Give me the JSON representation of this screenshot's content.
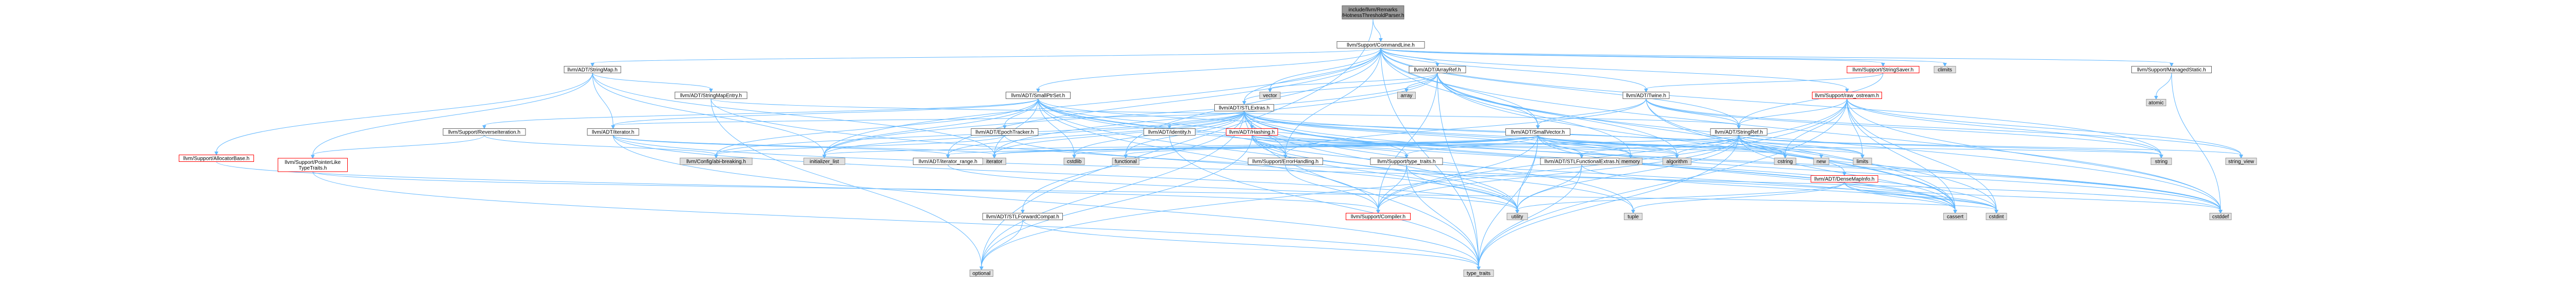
{
  "colors": {
    "root_fill": "#999999",
    "node_fill": "#ffffff",
    "node_border": "#666666",
    "system_fill": "#e0e0e0",
    "system_border": "#999999",
    "red_border": "#ff0000",
    "edge": "#63b8ff",
    "text": "#000000"
  },
  "nodes": [
    {
      "id": "root",
      "lines": [
        "include/llvm/Remarks",
        "/HotnessThresholdParser.h"
      ],
      "style": "root"
    },
    {
      "id": "cmdline",
      "lines": [
        "llvm/Support/CommandLine.h"
      ],
      "style": "normal"
    },
    {
      "id": "stringmap",
      "lines": [
        "llvm/ADT/StringMap.h"
      ],
      "style": "normal"
    },
    {
      "id": "arrayref",
      "lines": [
        "llvm/ADT/ArrayRef.h"
      ],
      "style": "normal"
    },
    {
      "id": "stringsaver",
      "lines": [
        "llvm/Support/StringSaver.h"
      ],
      "style": "red"
    },
    {
      "id": "climits",
      "lines": [
        "climits"
      ],
      "style": "system"
    },
    {
      "id": "managedstatic",
      "lines": [
        "llvm/Support/ManagedStatic.h"
      ],
      "style": "normal"
    },
    {
      "id": "smallptrset",
      "lines": [
        "llvm/ADT/SmallPtrSet.h"
      ],
      "style": "normal"
    },
    {
      "id": "stringmapentry",
      "lines": [
        "llvm/ADT/StringMapEntry.h"
      ],
      "style": "normal"
    },
    {
      "id": "vector",
      "lines": [
        "vector"
      ],
      "style": "system"
    },
    {
      "id": "array",
      "lines": [
        "array"
      ],
      "style": "system"
    },
    {
      "id": "stlextras",
      "lines": [
        "llvm/ADT/STLExtras.h"
      ],
      "style": "normal"
    },
    {
      "id": "twine",
      "lines": [
        "llvm/ADT/Twine.h"
      ],
      "style": "normal"
    },
    {
      "id": "rawostream",
      "lines": [
        "llvm/Support/raw_ostream.h"
      ],
      "style": "red"
    },
    {
      "id": "atomic",
      "lines": [
        "atomic"
      ],
      "style": "system"
    },
    {
      "id": "revit",
      "lines": [
        "llvm/Support/ReverseIteration.h"
      ],
      "style": "normal"
    },
    {
      "id": "iteratorh",
      "lines": [
        "llvm/ADT/iterator.h"
      ],
      "style": "normal"
    },
    {
      "id": "epoch",
      "lines": [
        "llvm/ADT/EpochTracker.h"
      ],
      "style": "normal"
    },
    {
      "id": "identity",
      "lines": [
        "llvm/ADT/identity.h"
      ],
      "style": "normal"
    },
    {
      "id": "hashing",
      "lines": [
        "llvm/ADT/Hashing.h"
      ],
      "style": "red"
    },
    {
      "id": "smallvector",
      "lines": [
        "llvm/ADT/SmallVector.h"
      ],
      "style": "normal"
    },
    {
      "id": "stringref",
      "lines": [
        "llvm/ADT/StringRef.h"
      ],
      "style": "normal"
    },
    {
      "id": "allocbase",
      "lines": [
        "llvm/Support/AllocatorBase.h"
      ],
      "style": "red"
    },
    {
      "id": "ptrlike",
      "lines": [
        "llvm/Support/PointerLike",
        "TypeTraits.h"
      ],
      "style": "red"
    },
    {
      "id": "configbreak",
      "lines": [
        "llvm/Config/abi-breaking.h"
      ],
      "style": "system"
    },
    {
      "id": "initlist",
      "lines": [
        "initializer_list"
      ],
      "style": "system"
    },
    {
      "id": "iterrange",
      "lines": [
        "llvm/ADT/iterator_range.h"
      ],
      "style": "normal"
    },
    {
      "id": "iterator",
      "lines": [
        "iterator"
      ],
      "style": "system"
    },
    {
      "id": "cstdlib",
      "lines": [
        "cstdlib"
      ],
      "style": "system"
    },
    {
      "id": "functional",
      "lines": [
        "functional"
      ],
      "style": "system"
    },
    {
      "id": "errhandling",
      "lines": [
        "llvm/Support/ErrorHandling.h"
      ],
      "style": "normal"
    },
    {
      "id": "typetraitsh",
      "lines": [
        "llvm/Support/type_traits.h"
      ],
      "style": "normal"
    },
    {
      "id": "stlfunctional",
      "lines": [
        "llvm/ADT/STLFunctionalExtras.h"
      ],
      "style": "normal"
    },
    {
      "id": "memory",
      "lines": [
        "memory"
      ],
      "style": "system"
    },
    {
      "id": "algorithm",
      "lines": [
        "algorithm"
      ],
      "style": "system"
    },
    {
      "id": "cstring",
      "lines": [
        "cstring"
      ],
      "style": "system"
    },
    {
      "id": "new",
      "lines": [
        "new"
      ],
      "style": "system"
    },
    {
      "id": "limits",
      "lines": [
        "limits"
      ],
      "style": "system"
    },
    {
      "id": "densemapinfo",
      "lines": [
        "llvm/ADT/DenseMapInfo.h"
      ],
      "style": "red"
    },
    {
      "id": "stlfwdcompat",
      "lines": [
        "llvm/ADT/STLForwardCompat.h"
      ],
      "style": "normal"
    },
    {
      "id": "compiler",
      "lines": [
        "llvm/Support/Compiler.h"
      ],
      "style": "red"
    },
    {
      "id": "utility",
      "lines": [
        "utility"
      ],
      "style": "system"
    },
    {
      "id": "tuple",
      "lines": [
        "tuple"
      ],
      "style": "system"
    },
    {
      "id": "cassert",
      "lines": [
        "cassert"
      ],
      "style": "system"
    },
    {
      "id": "cstdint",
      "lines": [
        "cstdint"
      ],
      "style": "system"
    },
    {
      "id": "cstddef",
      "lines": [
        "cstddef"
      ],
      "style": "system"
    },
    {
      "id": "string",
      "lines": [
        "string"
      ],
      "style": "system"
    },
    {
      "id": "stringview",
      "lines": [
        "string_view"
      ],
      "style": "system"
    },
    {
      "id": "optional",
      "lines": [
        "optional"
      ],
      "style": "system"
    },
    {
      "id": "typetraits",
      "lines": [
        "type_traits"
      ],
      "style": "system"
    }
  ],
  "edges": [
    [
      "root",
      "cmdline"
    ],
    [
      "root",
      "optional"
    ],
    [
      "cmdline",
      "stringmap"
    ],
    [
      "cmdline",
      "arrayref"
    ],
    [
      "cmdline",
      "stringsaver"
    ],
    [
      "cmdline",
      "climits"
    ],
    [
      "cmdline",
      "managedstatic"
    ],
    [
      "cmdline",
      "smallptrset"
    ],
    [
      "cmdline",
      "smallvector"
    ],
    [
      "cmdline",
      "stringref"
    ],
    [
      "cmdline",
      "twine"
    ],
    [
      "cmdline",
      "rawostream"
    ],
    [
      "cmdline",
      "stlextras"
    ],
    [
      "cmdline",
      "vector"
    ],
    [
      "cmdline",
      "errhandling"
    ],
    [
      "cmdline",
      "functional"
    ],
    [
      "cmdline",
      "initlist"
    ],
    [
      "cmdline",
      "string"
    ],
    [
      "cmdline",
      "cassert"
    ],
    [
      "cmdline",
      "cstddef"
    ],
    [
      "cmdline",
      "typetraits"
    ],
    [
      "cmdline",
      "iterrange"
    ],
    [
      "stringmap",
      "stringmapentry"
    ],
    [
      "stringmap",
      "allocbase"
    ],
    [
      "stringmap",
      "ptrlike"
    ],
    [
      "stringmap",
      "iteratorh"
    ],
    [
      "stringmap",
      "initlist"
    ],
    [
      "stringmap",
      "iterator"
    ],
    [
      "stringmapentry",
      "stringref"
    ],
    [
      "stringmapentry",
      "optional"
    ],
    [
      "stringmapentry",
      "utility"
    ],
    [
      "arrayref",
      "vector"
    ],
    [
      "arrayref",
      "array"
    ],
    [
      "arrayref",
      "stlextras"
    ],
    [
      "arrayref",
      "smallvector"
    ],
    [
      "arrayref",
      "compiler"
    ],
    [
      "arrayref",
      "cassert"
    ],
    [
      "arrayref",
      "cstddef"
    ],
    [
      "arrayref",
      "initlist"
    ],
    [
      "arrayref",
      "iterator"
    ],
    [
      "arrayref",
      "memory"
    ],
    [
      "arrayref",
      "typetraits"
    ],
    [
      "arrayref",
      "algorithm"
    ],
    [
      "stringsaver",
      "twine"
    ],
    [
      "stringsaver",
      "stringref"
    ],
    [
      "managedstatic",
      "atomic"
    ],
    [
      "managedstatic",
      "cstddef"
    ],
    [
      "smallptrset",
      "revit"
    ],
    [
      "smallptrset",
      "epoch"
    ],
    [
      "smallptrset",
      "iteratorh"
    ],
    [
      "smallptrset",
      "compiler"
    ],
    [
      "smallptrset",
      "typetraitsh"
    ],
    [
      "smallptrset",
      "configbreak"
    ],
    [
      "smallptrset",
      "cassert"
    ],
    [
      "smallptrset",
      "cstddef"
    ],
    [
      "smallptrset",
      "cstdlib"
    ],
    [
      "smallptrset",
      "cstring"
    ],
    [
      "smallptrset",
      "initlist"
    ],
    [
      "smallptrset",
      "iterator"
    ],
    [
      "smallptrset",
      "utility"
    ],
    [
      "smallptrset",
      "errhandling"
    ],
    [
      "stlextras",
      "hashing"
    ],
    [
      "stlextras",
      "stlfwdcompat"
    ],
    [
      "stlextras",
      "stlfunctional"
    ],
    [
      "stlextras",
      "iteratorh"
    ],
    [
      "stlextras",
      "iterrange"
    ],
    [
      "stlextras",
      "identity"
    ],
    [
      "stlextras",
      "configbreak"
    ],
    [
      "stlextras",
      "errhandling"
    ],
    [
      "stlextras",
      "algorithm"
    ],
    [
      "stlextras",
      "cassert"
    ],
    [
      "stlextras",
      "cstddef"
    ],
    [
      "stlextras",
      "cstdint"
    ],
    [
      "stlextras",
      "cstdlib"
    ],
    [
      "stlextras",
      "functional"
    ],
    [
      "stlextras",
      "initlist"
    ],
    [
      "stlextras",
      "iterator"
    ],
    [
      "stlextras",
      "limits"
    ],
    [
      "stlextras",
      "memory"
    ],
    [
      "stlextras",
      "optional"
    ],
    [
      "stlextras",
      "tuple"
    ],
    [
      "stlextras",
      "typetraits"
    ],
    [
      "stlextras",
      "utility"
    ],
    [
      "twine",
      "smallvector"
    ],
    [
      "twine",
      "stringref"
    ],
    [
      "twine",
      "errhandling"
    ],
    [
      "twine",
      "cassert"
    ],
    [
      "twine",
      "cstdint"
    ],
    [
      "twine",
      "string"
    ],
    [
      "twine",
      "stringview"
    ],
    [
      "rawostream",
      "compiler"
    ],
    [
      "rawostream",
      "stringref"
    ],
    [
      "rawostream",
      "cassert"
    ],
    [
      "rawostream",
      "cstddef"
    ],
    [
      "rawostream",
      "cstdint"
    ],
    [
      "rawostream",
      "cstring"
    ],
    [
      "rawostream",
      "optional"
    ],
    [
      "rawostream",
      "string"
    ],
    [
      "rawostream",
      "stringview"
    ],
    [
      "rawostream",
      "typetraits"
    ],
    [
      "rawostream",
      "limits"
    ],
    [
      "revit",
      "ptrlike"
    ],
    [
      "revit",
      "configbreak"
    ],
    [
      "iteratorh",
      "iterrange"
    ],
    [
      "iteratorh",
      "cstddef"
    ],
    [
      "iteratorh",
      "iterator"
    ],
    [
      "iteratorh",
      "typetraits"
    ],
    [
      "iteratorh",
      "utility"
    ],
    [
      "epoch",
      "configbreak"
    ],
    [
      "epoch",
      "cstdint"
    ],
    [
      "identity",
      "typetraits"
    ],
    [
      "hashing",
      "errhandling"
    ],
    [
      "hashing",
      "typetraitsh"
    ],
    [
      "hashing",
      "algorithm"
    ],
    [
      "hashing",
      "cassert"
    ],
    [
      "hashing",
      "cstring"
    ],
    [
      "hashing",
      "optional"
    ],
    [
      "hashing",
      "string"
    ],
    [
      "hashing",
      "tuple"
    ],
    [
      "hashing",
      "utility"
    ],
    [
      "smallvector",
      "compiler"
    ],
    [
      "smallvector",
      "typetraitsh"
    ],
    [
      "smallvector",
      "algorithm"
    ],
    [
      "smallvector",
      "cassert"
    ],
    [
      "smallvector",
      "cstddef"
    ],
    [
      "smallvector",
      "cstdlib"
    ],
    [
      "smallvector",
      "cstring"
    ],
    [
      "smallvector",
      "functional"
    ],
    [
      "smallvector",
      "initlist"
    ],
    [
      "smallvector",
      "iterator"
    ],
    [
      "smallvector",
      "limits"
    ],
    [
      "smallvector",
      "memory"
    ],
    [
      "smallvector",
      "new"
    ],
    [
      "smallvector",
      "typetraits"
    ],
    [
      "smallvector",
      "utility"
    ],
    [
      "stringref",
      "densemapinfo"
    ],
    [
      "stringref",
      "stlfunctional"
    ],
    [
      "stringref",
      "iterrange"
    ],
    [
      "stringref",
      "compiler"
    ],
    [
      "stringref",
      "algorithm"
    ],
    [
      "stringref",
      "cassert"
    ],
    [
      "stringref",
      "cstddef"
    ],
    [
      "stringref",
      "cstring"
    ],
    [
      "stringref",
      "limits"
    ],
    [
      "stringref",
      "string"
    ],
    [
      "stringref",
      "stringview"
    ],
    [
      "stringref",
      "typetraits"
    ],
    [
      "stringref",
      "utility"
    ],
    [
      "stringref",
      "iterator"
    ],
    [
      "allocbase",
      "compiler"
    ],
    [
      "allocbase",
      "type_traits_dummy"
    ],
    [
      "ptrlike",
      "typetraits"
    ],
    [
      "ptrlike",
      "cstdint"
    ],
    [
      "iterrange",
      "utility"
    ],
    [
      "errhandling",
      "compiler"
    ],
    [
      "typetraitsh",
      "compiler"
    ],
    [
      "typetraitsh",
      "typetraits"
    ],
    [
      "typetraitsh",
      "utility"
    ],
    [
      "stlfunctional",
      "typetraits"
    ],
    [
      "stlfunctional",
      "utility"
    ],
    [
      "stlfunctional",
      "cstdint"
    ],
    [
      "densemapinfo",
      "cassert"
    ],
    [
      "densemapinfo",
      "cstddef"
    ],
    [
      "densemapinfo",
      "cstdint"
    ],
    [
      "densemapinfo",
      "tuple"
    ],
    [
      "densemapinfo",
      "utility"
    ],
    [
      "stlfwdcompat",
      "optional"
    ],
    [
      "stlfwdcompat",
      "typetraits"
    ]
  ]
}
